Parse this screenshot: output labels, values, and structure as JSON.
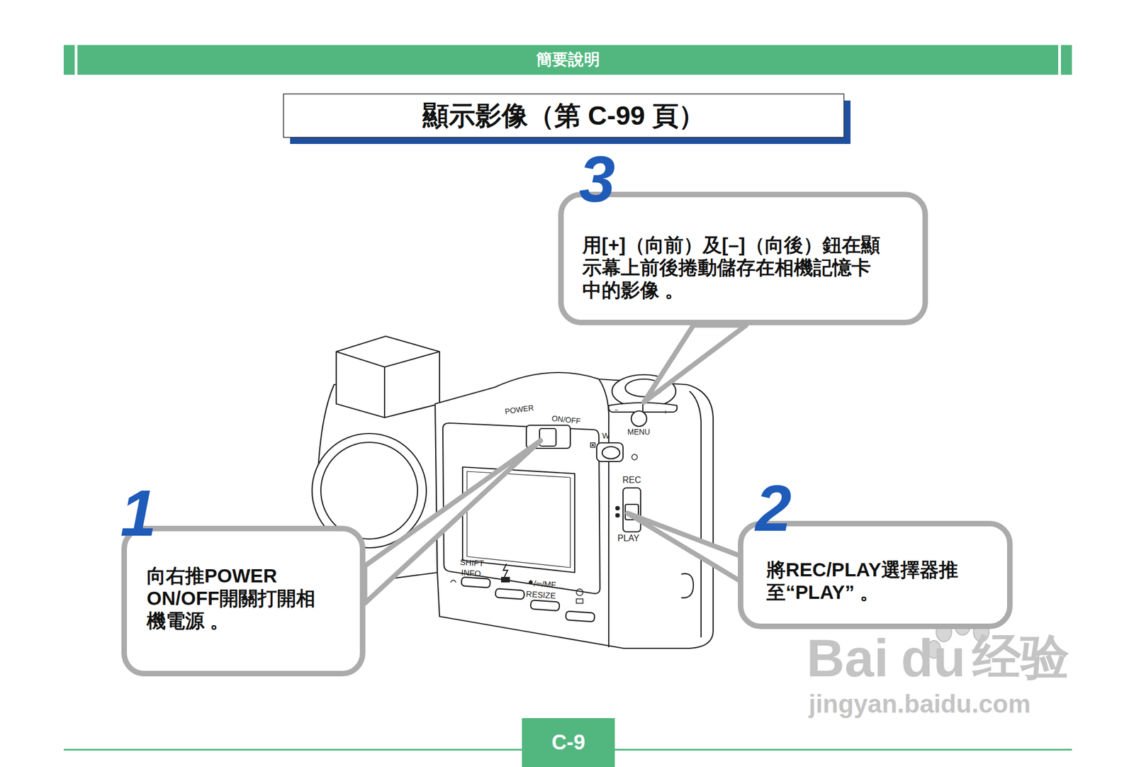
{
  "diagram": {
    "title": "顯示影像（第 C-99 頁）",
    "nodes": [
      {
        "text": [
          "簡要說明"
        ]
      },
      {
        "text": [
          "3",
          "用[+]（向前）及[–]（向後）鈕在顯 示幕上前後捲動儲存在相機記憶卡 中的影像 。"
        ]
      },
      {
        "text": [
          "1",
          "向右推POWER ON/OFF開關打開相 機電源 。"
        ]
      },
      {
        "text": [
          "2",
          "將REC/PLAY選擇器推 至“PLAY” 。"
        ]
      },
      {
        "text": [
          "C-9"
        ]
      }
    ],
    "labels": [
      "POWER",
      "ON/OFF",
      "W",
      "MENU",
      "−",
      "+",
      "REC",
      "PLAY",
      "SHIFT",
      "INFO",
      "/∞/MF",
      "RESIZE",
      "Bai",
      "du",
      "经验",
      "jingyan.baidu.com"
    ]
  }
}
